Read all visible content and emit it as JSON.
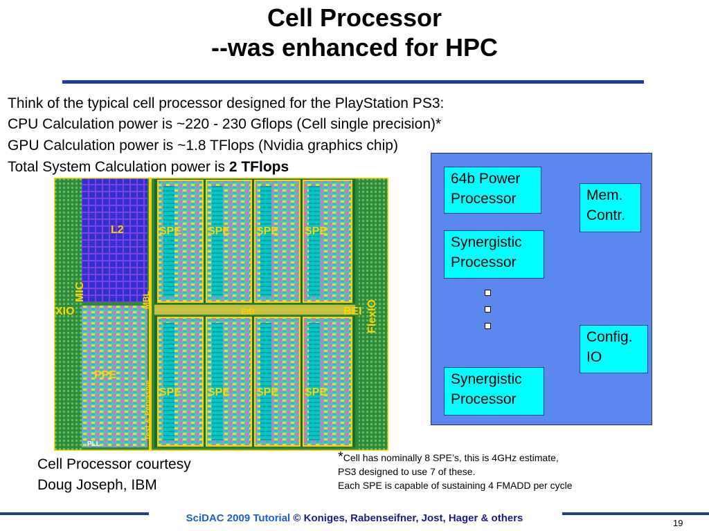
{
  "title": {
    "line1": "Cell Processor",
    "line2": "--was enhanced for HPC"
  },
  "bullets": [
    "Think of the typical cell processor designed for the PlayStation PS3:",
    "CPU Calculation power is ~220 - 230 Gflops (Cell single precision)*",
    "GPU Calculation power is ~1.8 TFlops  (Nvidia graphics chip)"
  ],
  "bullet4": {
    "text": "Total System Calculation power is ",
    "bold": "2 TFlops"
  },
  "die_labels": {
    "l2": "L2",
    "mic": "MIC",
    "xio": "XIO",
    "ppe": "PPE",
    "spe": "SPE",
    "mbl": "MBL",
    "eib": "EIB",
    "bei": "BEI",
    "flexio": "FlexIO",
    "test": "Test & Pervasive",
    "pll": "PLL"
  },
  "diagram": {
    "power": [
      "64b Power",
      "Processor"
    ],
    "mem": [
      "Mem.",
      "Contr."
    ],
    "syn1": [
      "Synergistic",
      "Processor"
    ],
    "config": [
      "Config.",
      "IO"
    ],
    "syn2": [
      "Synergistic",
      "Processor"
    ]
  },
  "caption": [
    "Cell Processor courtesy",
    "Doug Joseph, IBM"
  ],
  "note": {
    "star": "*",
    "line1": "Cell has nominally 8 SPE’s, this is 4GHz estimate,",
    "line2": "PS3 designed to use 7 of these.",
    "line3": "Each SPE is capable of sustaining 4 FMADD per cycle"
  },
  "footer": {
    "brand": "SciDAC 2009 Tutorial",
    "rest": " © Koniges, Rabenseifner, Jost, Hager & others"
  },
  "page_number": "19",
  "colors": {
    "rule": "#1f3f9f",
    "box": "#00ffff",
    "diagram_bg": "#5b88ee",
    "die_label": "#ffd400"
  }
}
